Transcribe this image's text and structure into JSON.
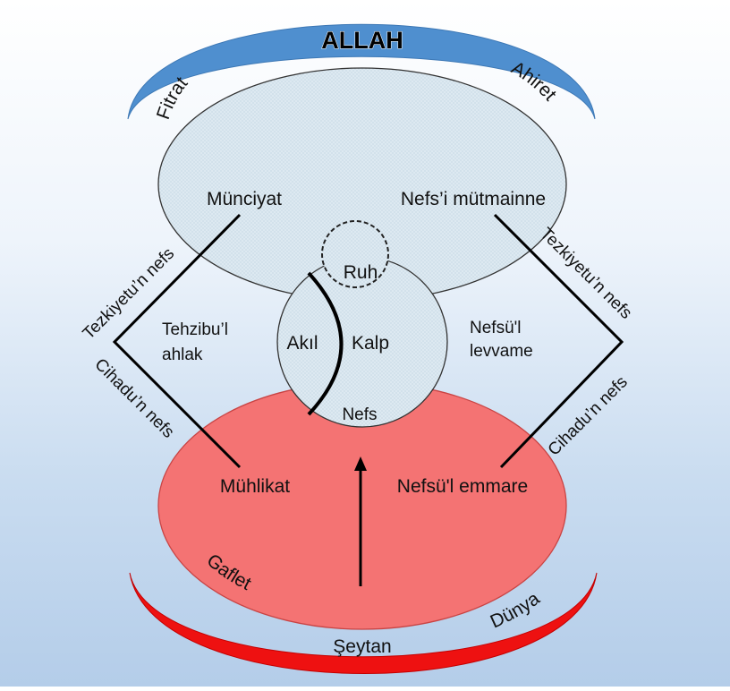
{
  "title": "ALLAH",
  "arc_labels": {
    "left_top": "Fitrat",
    "right_top": "Ahiret",
    "left_bottom": "Gaflet",
    "right_bottom": "Dünya",
    "bottom": "Şeytan"
  },
  "upper_ellipse": {
    "left": "Münciyat",
    "right": "Nefs’i mütmainne"
  },
  "lower_ellipse": {
    "left": "Mühlikat",
    "right": "Nefsü'l emmare"
  },
  "center_circle": {
    "ruh": "Ruh",
    "akil": "Akıl",
    "kalp": "Kalp",
    "nefs": "Nefs"
  },
  "middle_left": {
    "line1": "Tehzibu’l",
    "line2": "ahlak"
  },
  "middle_right": {
    "line1": "Nefsü'l",
    "line2": "levvame"
  },
  "diagonals": {
    "left_upper": "Tezkiyetu’n nefs",
    "left_lower": "Cihadu’n nefs",
    "right_upper": "Tezkiyetu’n nefs",
    "right_lower": "Cihadu’n nefs"
  },
  "colors": {
    "top_arc": "#4f8fcf",
    "bottom_arc": "#ee1111",
    "upper_ellipse_fill": "#dce8f1",
    "lower_ellipse_fill": "#f47373",
    "outline": "#222222"
  }
}
